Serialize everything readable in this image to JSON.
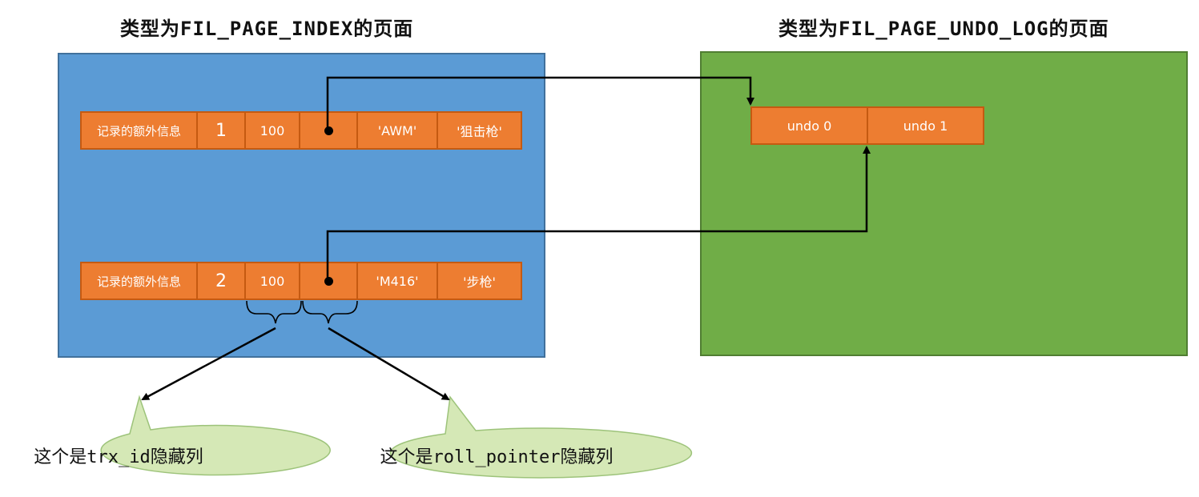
{
  "titles": {
    "index_page": "类型为FIL_PAGE_INDEX的页面",
    "undo_page": "类型为FIL_PAGE_UNDO_LOG的页面"
  },
  "records": [
    {
      "extra": "记录的额外信息",
      "id": "1",
      "trx_id": "100",
      "name": "'AWM'",
      "type": "'狙击枪'"
    },
    {
      "extra": "记录的额外信息",
      "id": "2",
      "trx_id": "100",
      "name": "'M416'",
      "type": "'步枪'"
    }
  ],
  "undo_logs": [
    "undo 0",
    "undo 1"
  ],
  "callouts": {
    "trx_id": "这个是trx_id隐藏列",
    "roll_pointer": "这个是roll_pointer隐藏列"
  },
  "colors": {
    "index_page_fill": "#5b9bd5",
    "undo_page_fill": "#70ad47",
    "cell_fill": "#ed7d31",
    "callout_fill": "#d5e8b6"
  }
}
